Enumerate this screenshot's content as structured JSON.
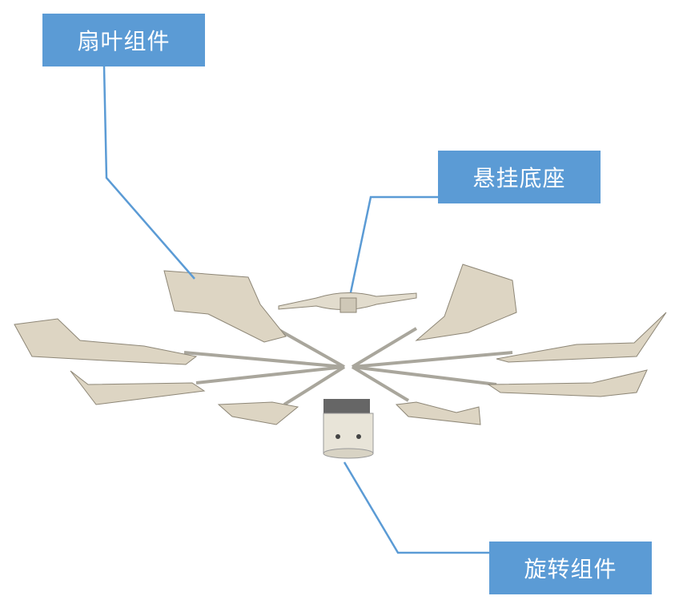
{
  "labels": {
    "fan_blades": "扇叶组件",
    "hanging_base": "悬挂底座",
    "rotating_assembly": "旋转组件"
  },
  "colors": {
    "label_bg": "#5b9bd5",
    "leader_line": "#5b9bd5",
    "blade_fill": "#ddd5c3",
    "blade_stroke": "#8d8676"
  }
}
